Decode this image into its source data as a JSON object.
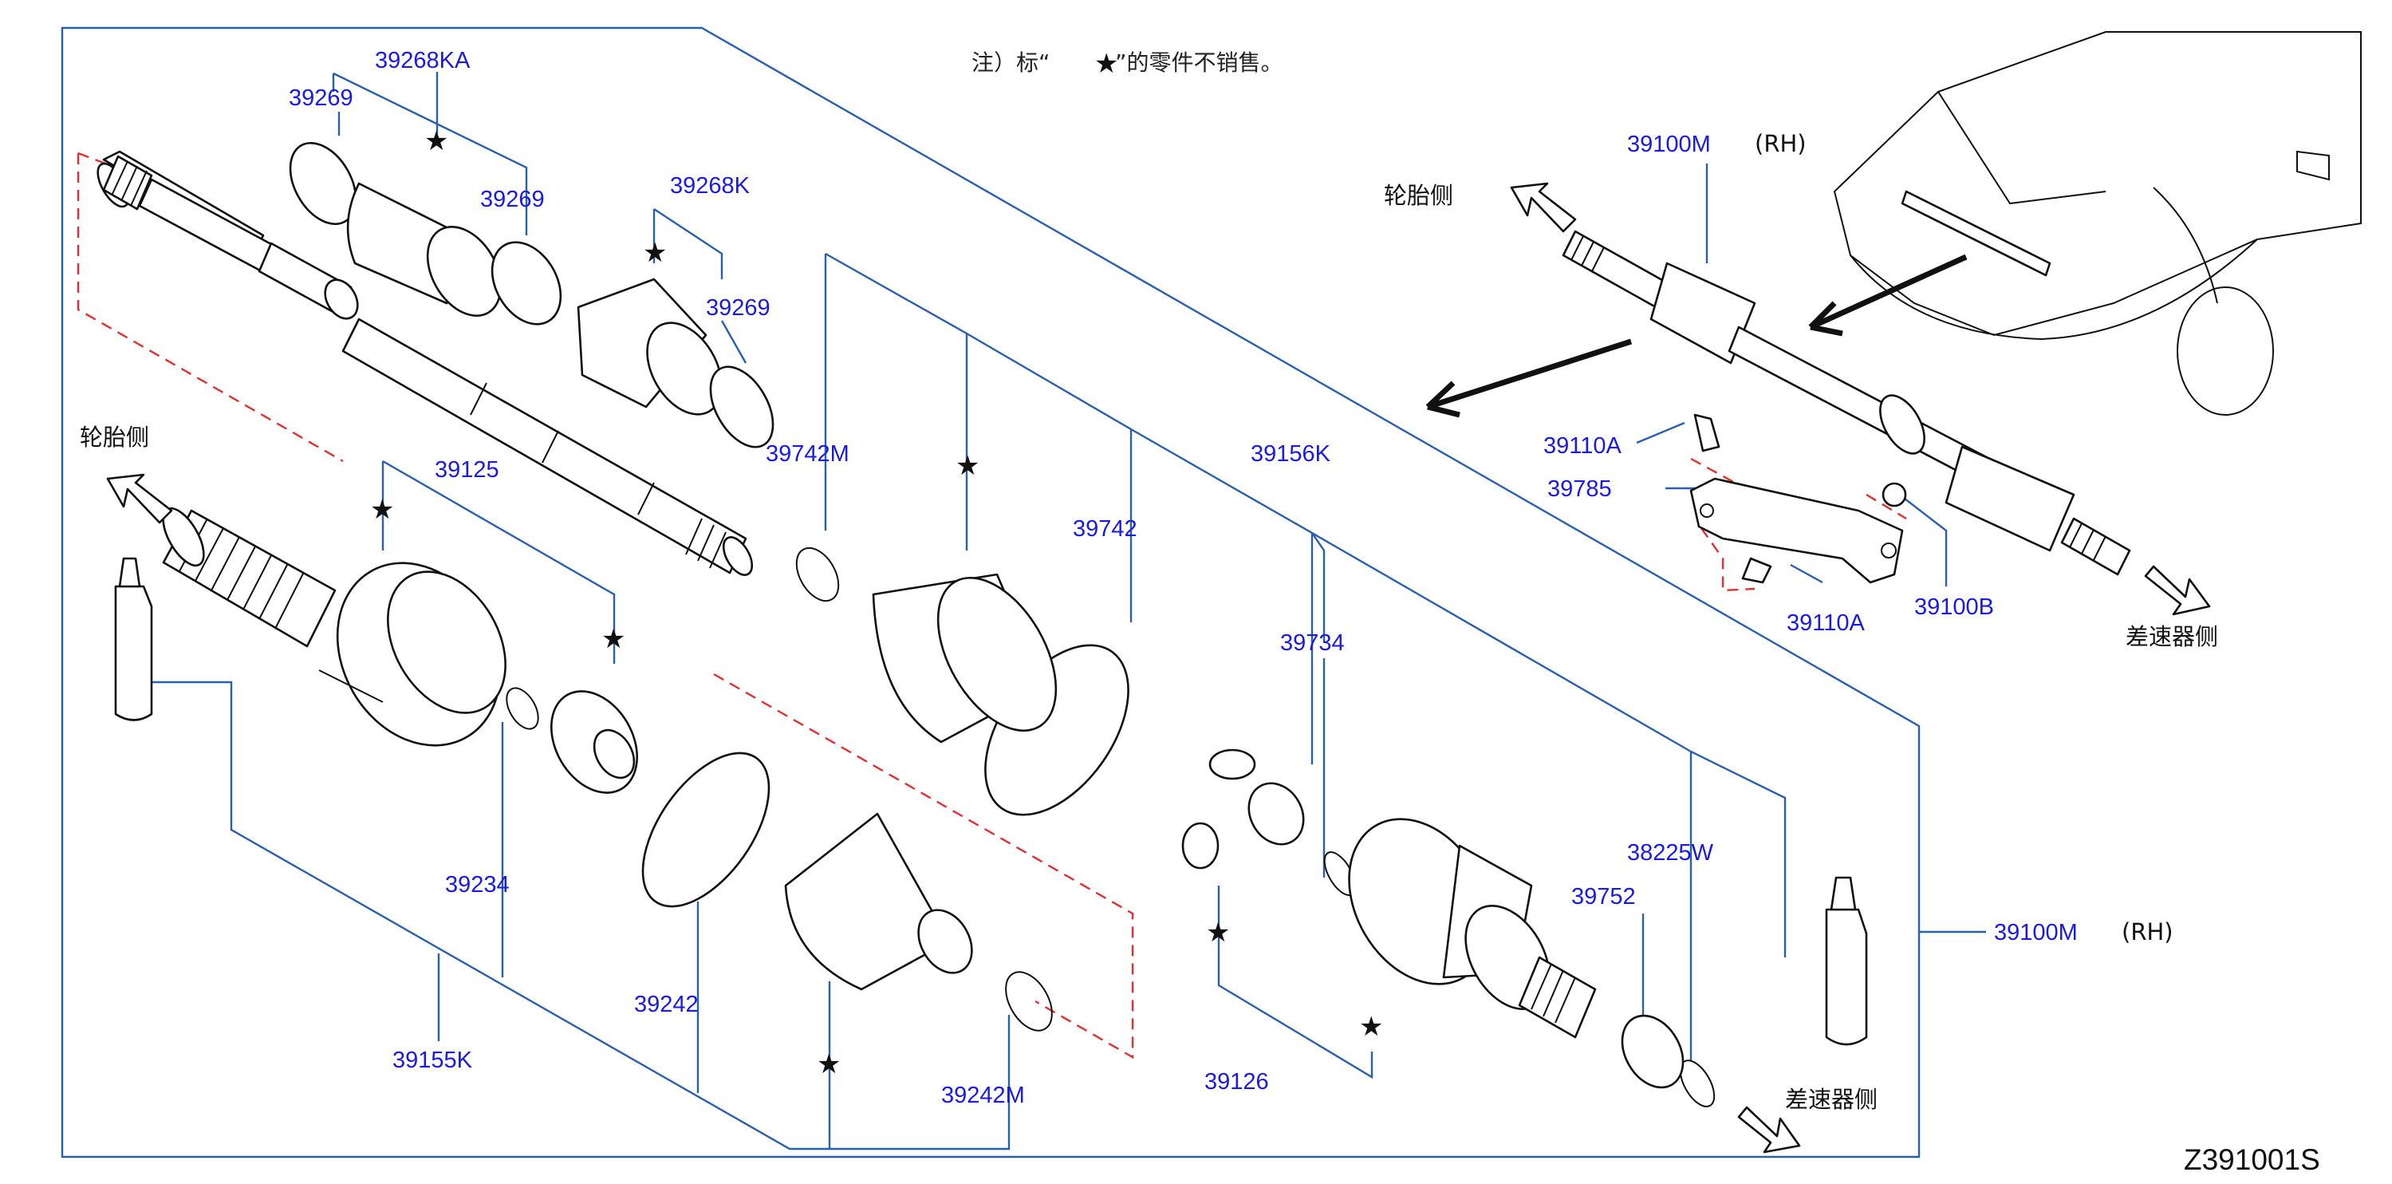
{
  "note": {
    "prefix": "注）标“",
    "star": "★",
    "suffix": "”的零件不销售。"
  },
  "diagram_code": "Z391001S",
  "side_labels": {
    "tire_side": "轮胎侧",
    "diff_side": "差速器侧",
    "rh": "(RH)"
  },
  "star_glyph": "★",
  "parts": {
    "p39268KA": "39268KA",
    "p39269": "39269",
    "p39268K": "39268K",
    "p39125": "39125",
    "p39742M": "39742M",
    "p39742": "39742",
    "p39156K": "39156K",
    "p39734": "39734",
    "p39234": "39234",
    "p39242": "39242",
    "p39155K": "39155K",
    "p39242M": "39242M",
    "p39126": "39126",
    "p38225W": "38225W",
    "p39752": "39752",
    "p39100M": "39100M",
    "p39110A": "39110A",
    "p39785": "39785",
    "p39100B": "39100B"
  },
  "colors": {
    "callout_text": "#1a1ae6",
    "leader_line": "#2a5fb0",
    "dashed_guide": "#e23030",
    "ink": "#111111"
  }
}
